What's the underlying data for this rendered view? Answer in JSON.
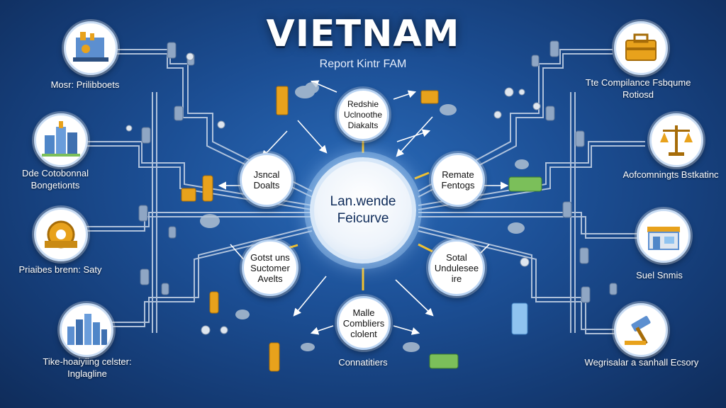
{
  "header": {
    "title": "VIETNAM",
    "subtitle": "Report Kintr FAM"
  },
  "center_node": {
    "label": "Lan.wende Feicurve"
  },
  "nodes": [
    {
      "id": "top",
      "label": "Redshie Uclnoothe Diakalts"
    },
    {
      "id": "left",
      "label": "Jsncal Doalts"
    },
    {
      "id": "right",
      "label": "Remate Fentogs"
    },
    {
      "id": "lower-left",
      "label": "Gotst uns Suctomer Avelts"
    },
    {
      "id": "lower-right",
      "label": "Sotal Undulesee ire"
    },
    {
      "id": "bottom",
      "label": "Malle Combliers clolent"
    }
  ],
  "corners": [
    {
      "id": "tl1",
      "label": "Mosr: Prilibboets",
      "icon": "factory-machine-icon"
    },
    {
      "id": "tl2",
      "label": "Dde Cotobonnal Bongetionts",
      "icon": "city-buildings-icon"
    },
    {
      "id": "tl3",
      "label": "Priaibes brenn: Saty",
      "icon": "gold-gear-icon"
    },
    {
      "id": "tl4",
      "label": "Tike-hoaiyiing celster: Inglagline",
      "icon": "skyline-icon"
    },
    {
      "id": "tr1",
      "label": "Tte Compilance Fsbqume Rotiosd",
      "icon": "briefcase-icon"
    },
    {
      "id": "tr2",
      "label": "Aofcomningts Bstkatinc",
      "icon": "scales-icon"
    },
    {
      "id": "tr3",
      "label": "Suel Snmis",
      "icon": "storefront-icon"
    },
    {
      "id": "tr4",
      "label": "Wegrisalar a sanhall Ecsory",
      "icon": "gavel-icon"
    }
  ],
  "bottom_caption": {
    "label": "Connatitiers"
  },
  "colors": {
    "background": "#1c4f95",
    "wire": "#c9d6e8",
    "accent_gold": "#e8a21c",
    "node_border": "#b9d3f2"
  }
}
